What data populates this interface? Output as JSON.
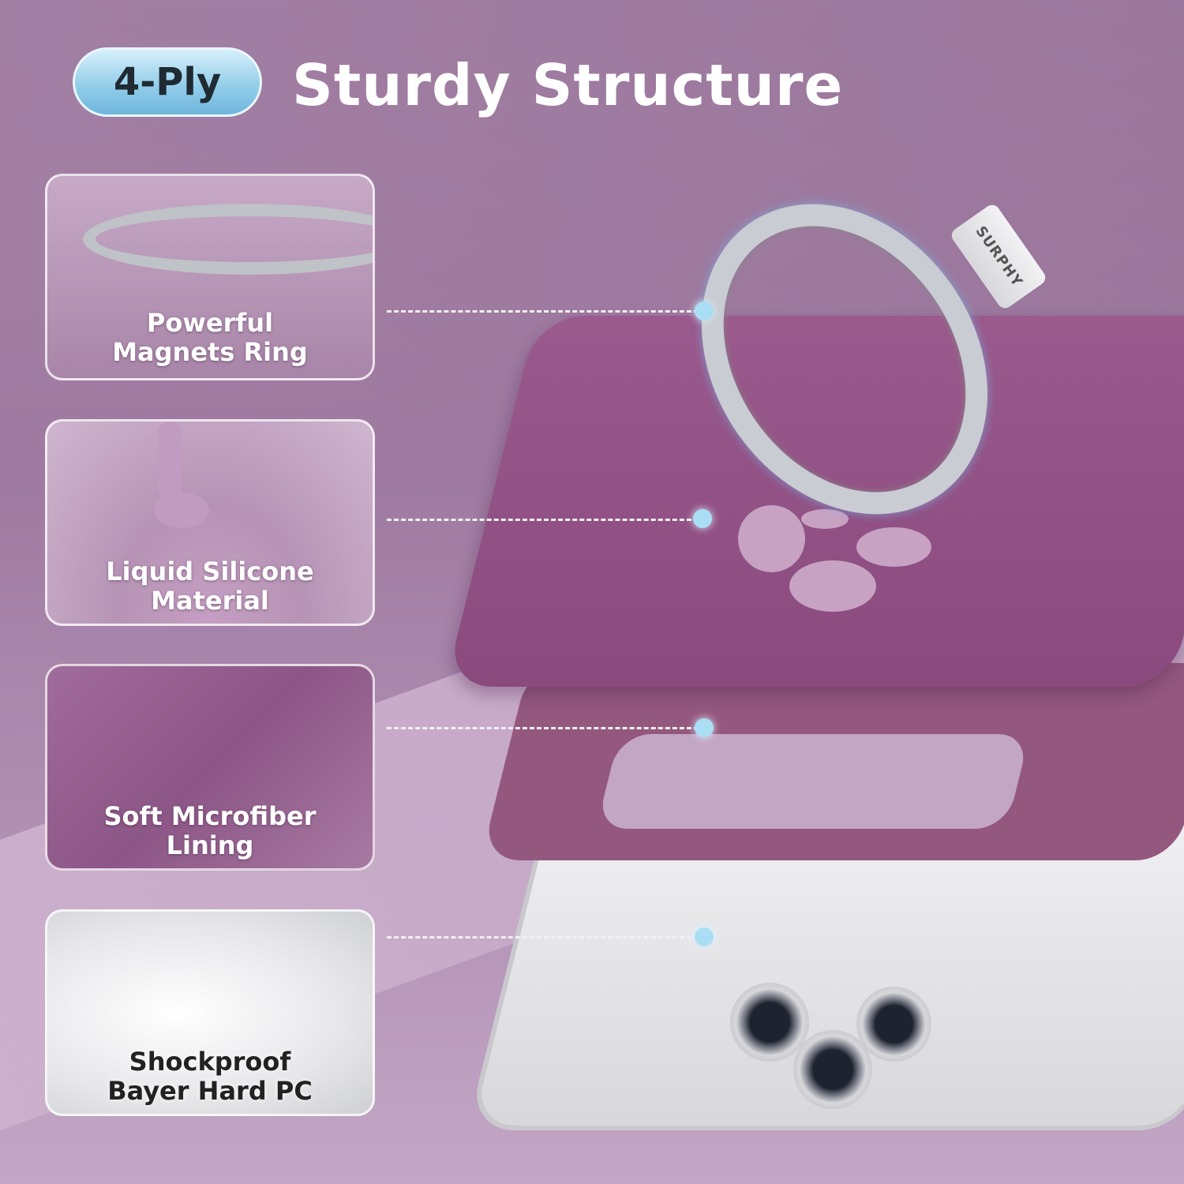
{
  "header": {
    "badge": "4-Ply",
    "title": "Sturdy Structure"
  },
  "layers": [
    {
      "label_line1": "Powerful",
      "label_line2": "Magnets Ring"
    },
    {
      "label_line1": "Liquid Silicone",
      "label_line2": "Material"
    },
    {
      "label_line1": "Soft Microfiber",
      "label_line2": "Lining"
    },
    {
      "label_line1": "Shockproof",
      "label_line2": "Bayer Hard PC"
    }
  ],
  "brand": "SURPHY",
  "colors": {
    "accent": "#a9def4",
    "case": "#8e4f7e",
    "background": "#a27ea3"
  }
}
